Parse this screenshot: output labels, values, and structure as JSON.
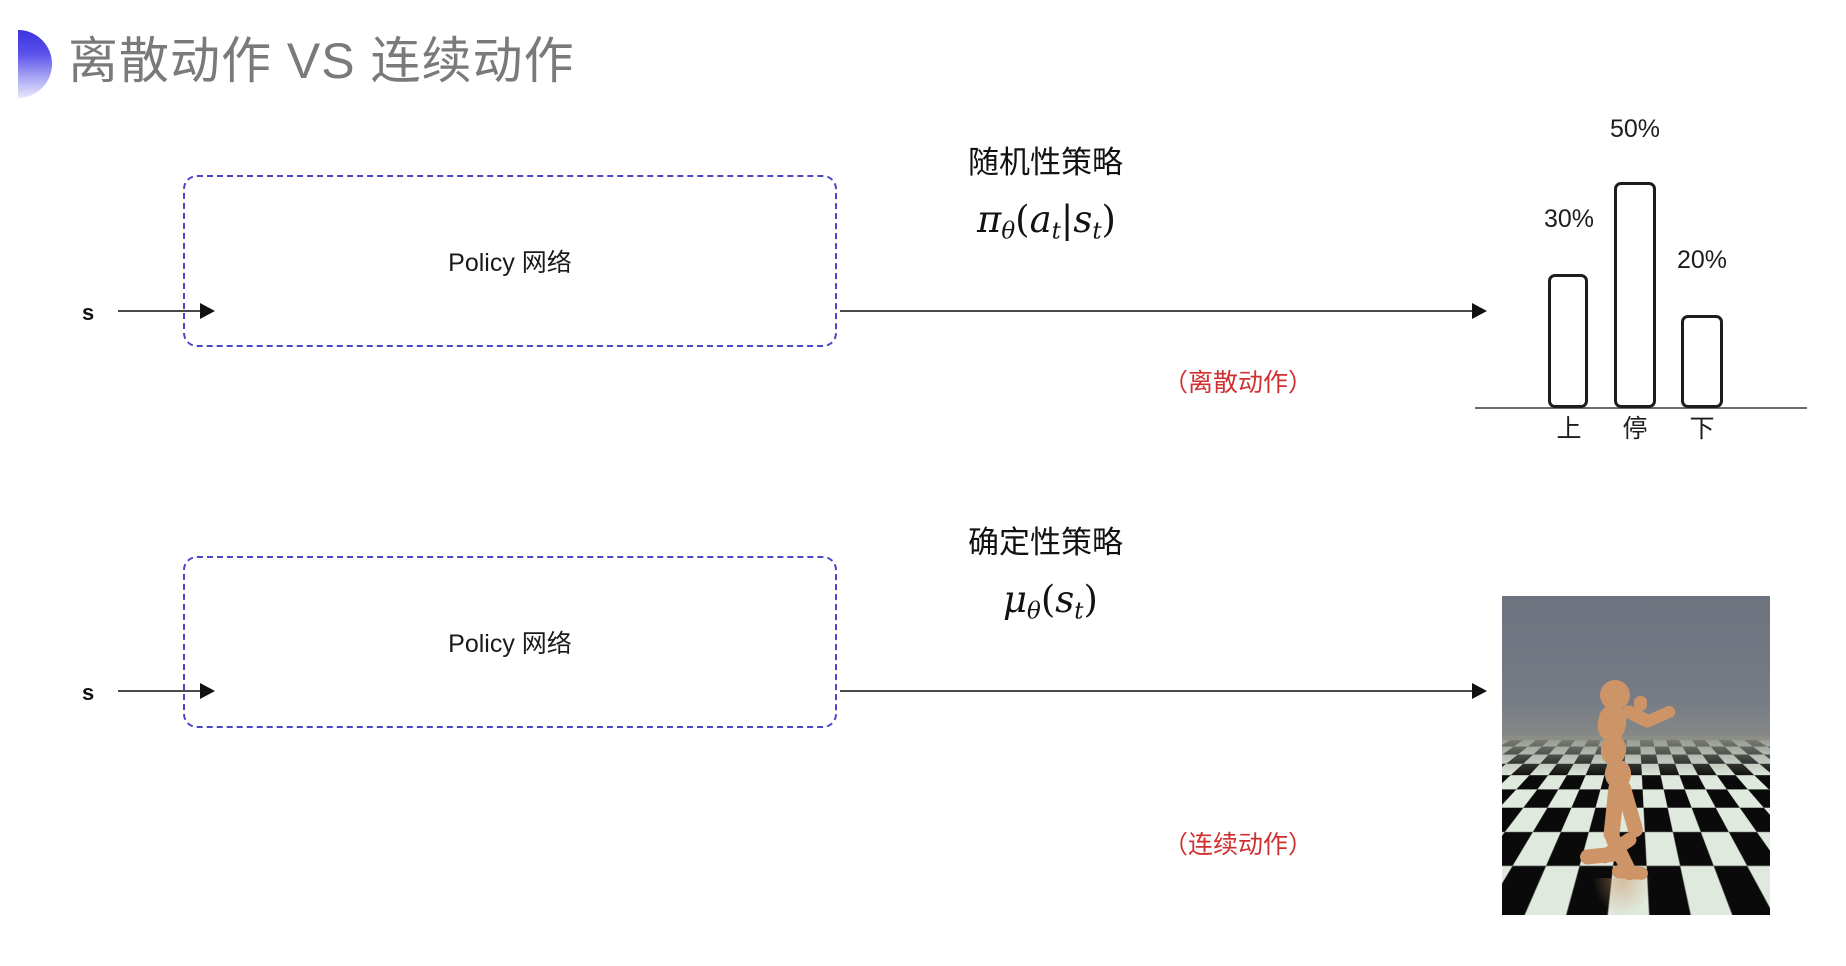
{
  "slide": {
    "title": "离散动作 VS 连续动作",
    "bullet_gradient_from": "#3b33e0",
    "bullet_gradient_to": "#e9e8fb",
    "background": "#ffffff"
  },
  "rows": [
    {
      "state_label": "s",
      "box_label": "Policy 网络",
      "box_border_color": "#4a46c8",
      "policy_type": "随机性策略",
      "formula": {
        "fn": "π",
        "theta": "θ",
        "open": "(",
        "arg1": "a",
        "arg1_sub": "t",
        "bar": "|",
        "arg2": "s",
        "arg2_sub": "t",
        "close": ")",
        "plain": "πθ(at|st)"
      },
      "action_note": "（离散动作）",
      "action_note_color": "#d03030"
    },
    {
      "state_label": "s",
      "box_label": "Policy 网络",
      "box_border_color": "#4a46c8",
      "policy_type": "确定性策略",
      "formula": {
        "fn": "μ",
        "theta": "θ",
        "open": "(",
        "arg1": "s",
        "arg1_sub": "t",
        "close": ")",
        "plain": "μθ(st)"
      },
      "action_note": "（连续动作）",
      "action_note_color": "#d03030"
    }
  ],
  "chart_data": {
    "type": "bar",
    "title": "",
    "categories": [
      "上",
      "停",
      "下"
    ],
    "values": [
      30,
      50,
      20
    ],
    "value_labels": [
      "30%",
      "50%",
      "20%"
    ],
    "xlabel": "",
    "ylabel": "",
    "ylim": [
      0,
      60
    ],
    "grid": false,
    "legend": "none",
    "bar_fill": "#ffffff",
    "bar_stroke": "#1d1d1d",
    "axis_color": "#6d6d6d"
  },
  "humanoid": {
    "caption": "",
    "sky_color": "#6f7782",
    "body_color": "#cd9468",
    "floor_dark": "#0a0a0a",
    "floor_light": "#dfe9dd"
  }
}
